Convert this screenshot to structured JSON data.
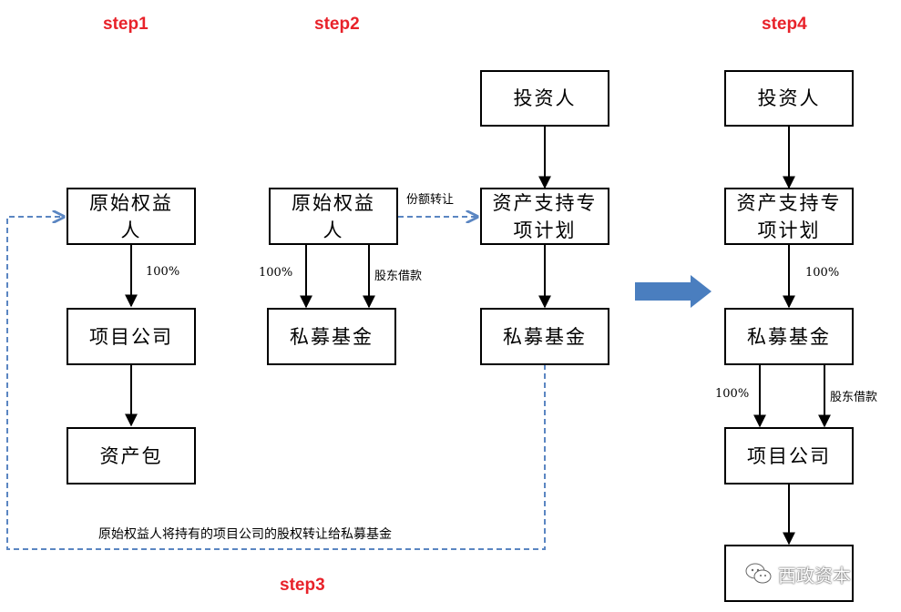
{
  "steps": {
    "step1": "step1",
    "step2": "step2",
    "step3": "step3",
    "step4": "step4"
  },
  "step1": {
    "original_holder": "原始权益人",
    "project_company": "项目公司",
    "asset_package": "资产包",
    "pct": "100%"
  },
  "step2": {
    "original_holder": "原始权益人",
    "private_fund": "私募基金",
    "investor": "投资人",
    "abs_plan": "资产支持专项计划",
    "fund_in_plan": "私募基金",
    "pct": "100%",
    "loan": "股东借款",
    "transfer": "份额转让"
  },
  "step3": {
    "note": "原始权益人将持有的项目公司的股权转让给私募基金"
  },
  "step4": {
    "investor": "投资人",
    "abs_plan": "资产支持专项计划",
    "private_fund": "私募基金",
    "project_company": "项目公司",
    "pct_top": "100%",
    "pct": "100%",
    "loan": "股东借款"
  },
  "watermark": {
    "text": "西政资本",
    "icon": "wechat-icon"
  },
  "colors": {
    "step_label": "#e8222a",
    "dashed_line": "#5b86c2",
    "big_arrow": "#4a7ebf"
  }
}
